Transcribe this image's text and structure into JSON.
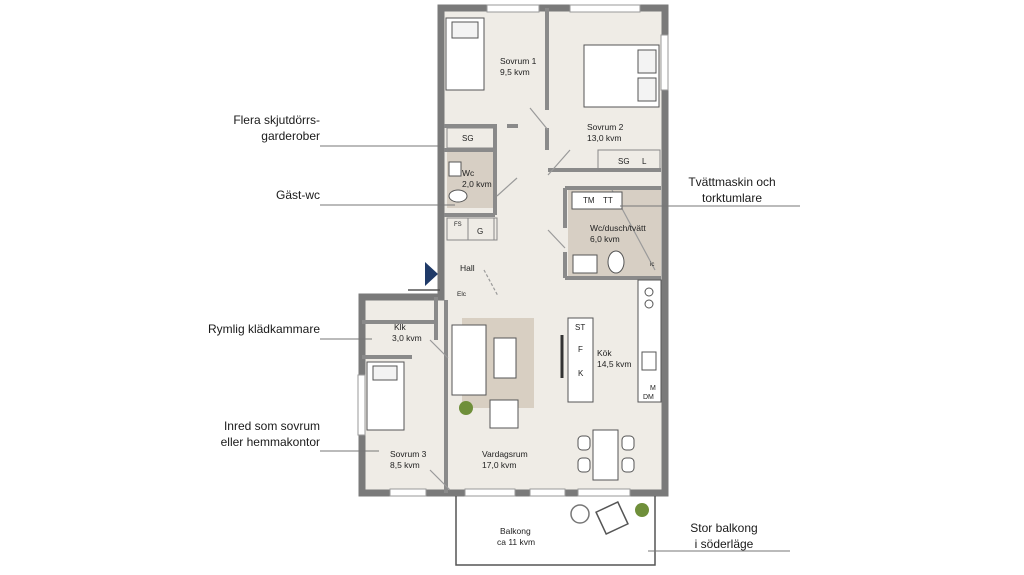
{
  "rooms": [
    {
      "name": "Sovrum 1",
      "area": "9,5 kvm"
    },
    {
      "name": "Sovrum 2",
      "area": "13,0 kvm"
    },
    {
      "name": "Wc",
      "area": "2,0 kvm"
    },
    {
      "name": "Wc/dusch/tvätt",
      "area": "6,0 kvm"
    },
    {
      "name": "Hall",
      "area": ""
    },
    {
      "name": "Klk",
      "area": "3,0 kvm"
    },
    {
      "name": "Kök",
      "area": "14,5 kvm"
    },
    {
      "name": "Sovrum 3",
      "area": "8,5 kvm"
    },
    {
      "name": "Vardagsrum",
      "area": "17,0 kvm"
    },
    {
      "name": "Balkong",
      "area": "ca 11 kvm"
    }
  ],
  "fixtures": {
    "sg1": "SG",
    "sg2": "SG",
    "l": "L",
    "tm": "TM",
    "tt": "TT",
    "fs": "FS",
    "g": "G",
    "elc": "Elc",
    "st": "ST",
    "f": "F",
    "k": "K",
    "m": "M",
    "dm": "DM",
    "ic": "ic"
  },
  "callouts": {
    "wardrobes": [
      "Flera skjutdörrs-",
      "garderober"
    ],
    "guest_wc": [
      "Gäst-wc"
    ],
    "walkin": [
      "Rymlig klädkammare"
    ],
    "office": [
      "Inred som sovrum",
      "eller hemmakontor"
    ],
    "laundry": [
      "Tvättmaskin och",
      "torktumlare"
    ],
    "balcony": [
      "Stor balkong",
      "i söderläge"
    ]
  },
  "colors": {
    "wall": "#7a7a7a",
    "floor": "#efece6",
    "wet": "#d7cfc4",
    "rug": "#d8cfc2",
    "plant": "#6f8f3a",
    "entrance": "#1f3a68",
    "leader": "#777777"
  }
}
